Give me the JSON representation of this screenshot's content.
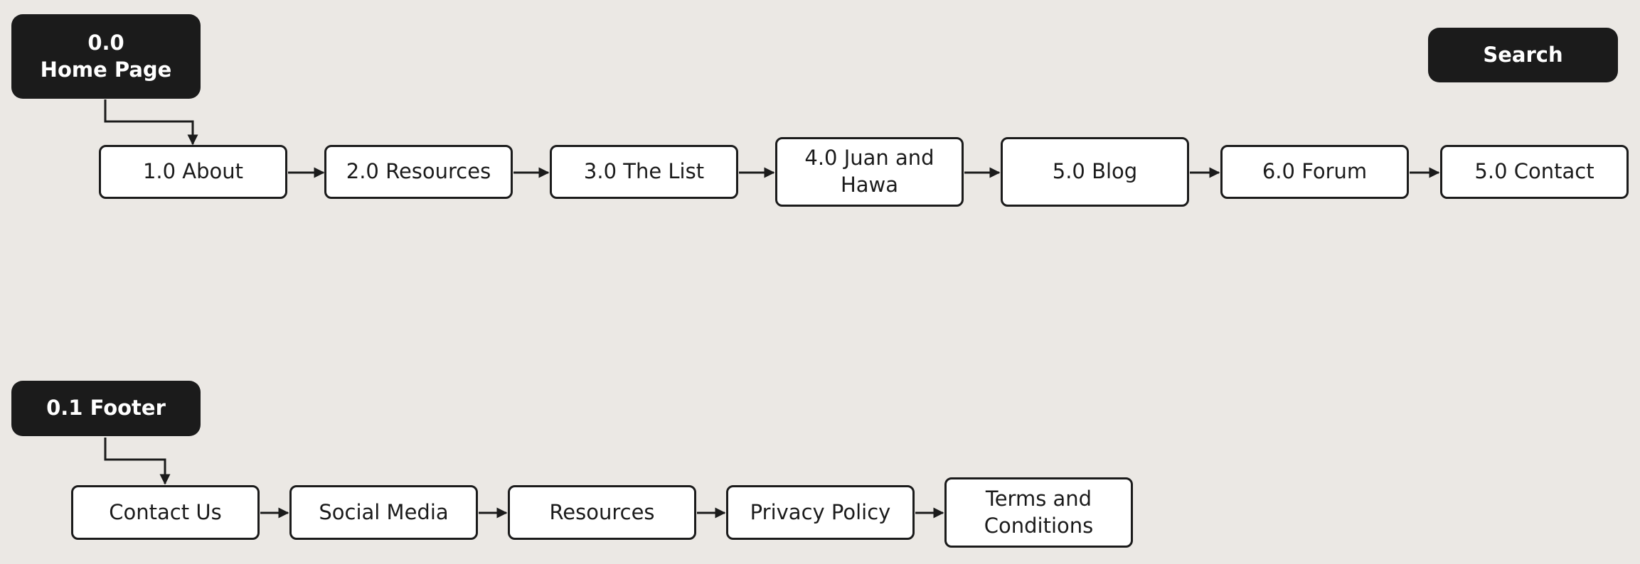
{
  "header_group": {
    "root": {
      "line1": "0.0",
      "line2": "Home Page"
    },
    "search": "Search",
    "pages": [
      "1.0 About",
      "2.0 Resources",
      "3.0 The List",
      "4.0 Juan and Hawa",
      "5.0 Blog",
      "6.0 Forum",
      "5.0 Contact"
    ]
  },
  "footer_group": {
    "root": "0.1 Footer",
    "pages": [
      "Contact Us",
      "Social Media",
      "Resources",
      "Privacy Policy",
      "Terms and Conditions"
    ]
  },
  "colors": {
    "background": "#ebe8e4",
    "dark_node": "#1b1b1b",
    "light_node": "#ffffff",
    "stroke": "#1b1b1b"
  }
}
